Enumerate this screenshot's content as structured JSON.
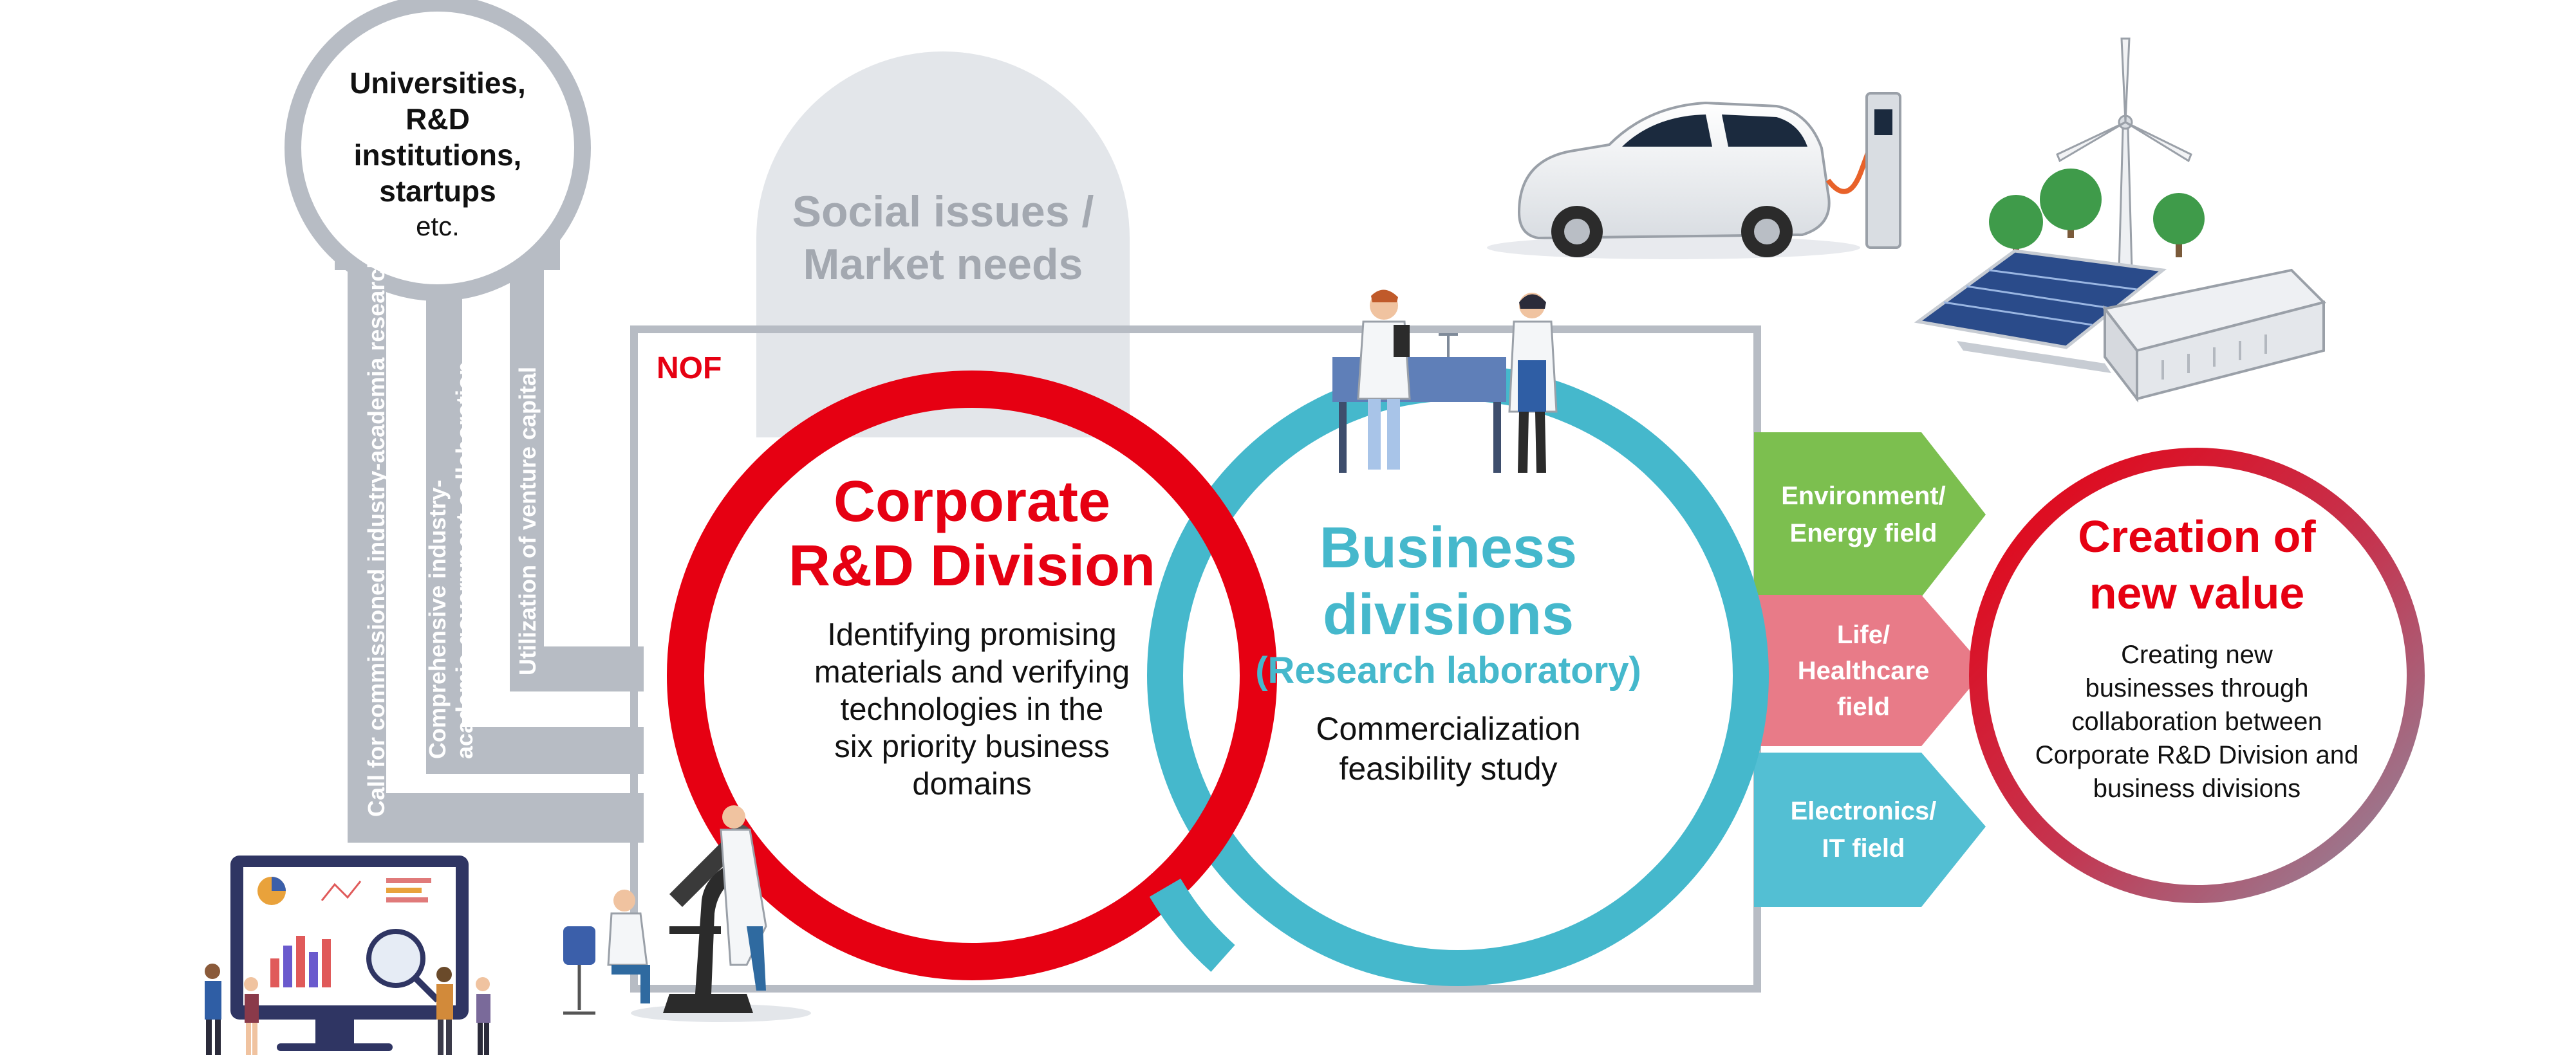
{
  "partners": {
    "title_lines": [
      "Universities,",
      "R&D",
      "institutions,",
      "startups"
    ],
    "etc": "etc.",
    "channels": [
      "Call for commissioned industry-academia research",
      "Comprehensive industry-academia-government collaboration",
      "Utilization of venture capital"
    ],
    "channels_split": {
      "c1": "Call for commissioned industry-academia research",
      "c2a": "Comprehensive industry-",
      "c2b": "academia-government collaboration",
      "c3": "Utilization of venture capital"
    }
  },
  "social_issues": {
    "line1": "Social issues /",
    "line2": "Market needs"
  },
  "nof_label": "NOF",
  "corporate_rd": {
    "title_line1": "Corporate",
    "title_line2": "R&D Division",
    "desc_lines": [
      "Identifying promising",
      "materials and verifying",
      "technologies in the",
      "six priority business",
      "domains"
    ]
  },
  "business_divisions": {
    "title_line1": "Business",
    "title_line2": "divisions",
    "subtitle": "(Research laboratory)",
    "desc_lines": [
      "Commercialization",
      "feasibility study"
    ]
  },
  "fields": [
    {
      "line1": "Environment/",
      "line2": "Energy field"
    },
    {
      "line1": "Life/",
      "line2": "Healthcare",
      "line3": "field"
    },
    {
      "line1": "Electronics/",
      "line2": "IT field"
    }
  ],
  "new_value": {
    "title_line1": "Creation of",
    "title_line2": "new value",
    "desc_lines": [
      "Creating new",
      "businesses through",
      "collaboration between",
      "Corporate R&D Division and",
      "business divisions"
    ]
  },
  "colors": {
    "red": "#e60012",
    "teal": "#45b8cc",
    "gray": "#b7bcc4",
    "gray_text": "#a3a8b0",
    "green": "#7cbf4f",
    "pink": "#e87b88",
    "cyan": "#53bfd3"
  },
  "illustrations": [
    "electric-car-icon",
    "charging-station-icon",
    "wind-turbine-icon",
    "solar-panel-icon",
    "battery-container-icon",
    "tree-icon",
    "researchers-icon",
    "microscope-icon",
    "analytics-monitor-icon",
    "business-people-icon"
  ]
}
